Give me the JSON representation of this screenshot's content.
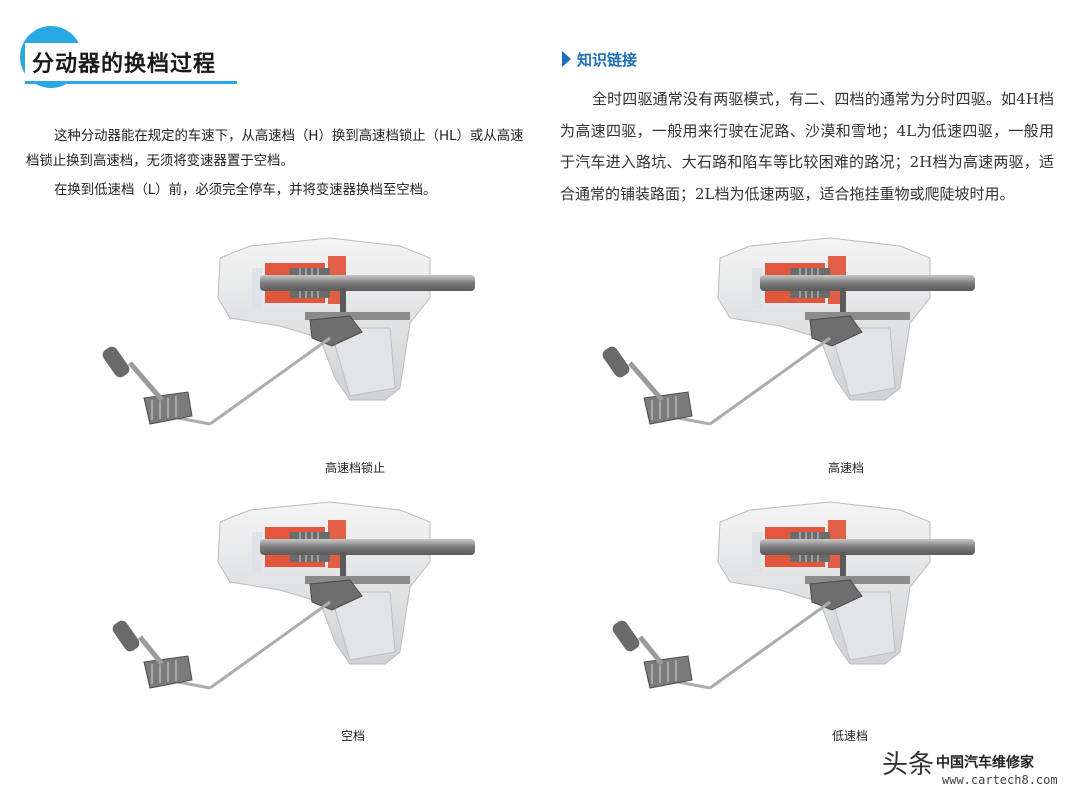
{
  "header": {
    "title": "分动器的换档过程"
  },
  "left_text": {
    "para1": "这种分动器能在规定的车速下，从高速档（H）换到高速档锁止（HL）或从高速档锁止换到高速档，无须将变速器置于空档。",
    "para2": "在换到低速档（L）前，必须完全停车，并将变速器换档至空档。"
  },
  "knowledge": {
    "title": "知识链接",
    "body": "全时四驱通常没有两驱模式，有二、四档的通常为分时四驱。如4H档为高速四驱，一般用来行驶在泥路、沙漠和雪地；4L为低速四驱，一般用于汽车进入路坑、大石路和陷车等比较困难的路况；2H档为高速两驱，适合通常的铺装路面；2L档为低速两驱，适合拖挂重物或爬陡坡时用。"
  },
  "figures": [
    {
      "caption": "高速档锁止"
    },
    {
      "caption": "高速档"
    },
    {
      "caption": "空档"
    },
    {
      "caption": "低速档"
    }
  ],
  "watermark": {
    "main": "头条",
    "brand": "中国汽车维修家",
    "url": "www.cartech8.com"
  },
  "colors": {
    "accent": "#29a9e1",
    "link_blue": "#1c6fb5",
    "gear_red": "#e0462a"
  }
}
